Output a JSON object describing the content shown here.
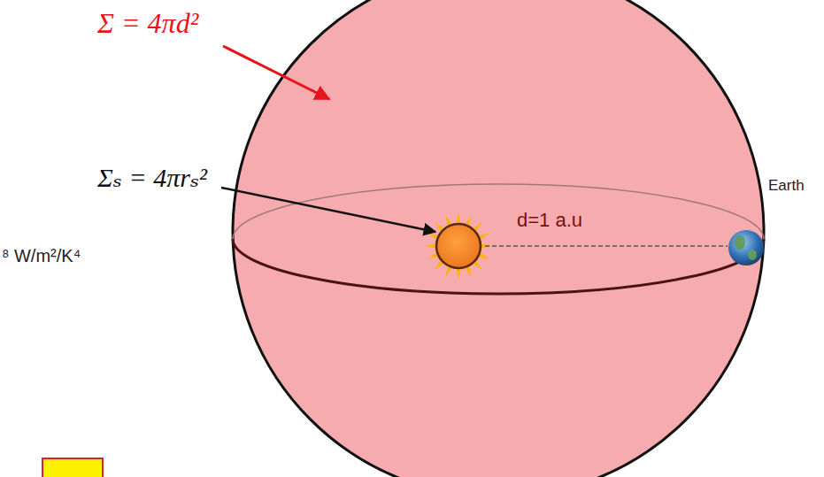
{
  "diagram": {
    "labels": [
      "Σ = 4πd²",
      "Σₛ = 4πrₛ²",
      "d=1 a.u",
      "Earth",
      "⁸ W/m²/K⁴"
    ]
  }
}
